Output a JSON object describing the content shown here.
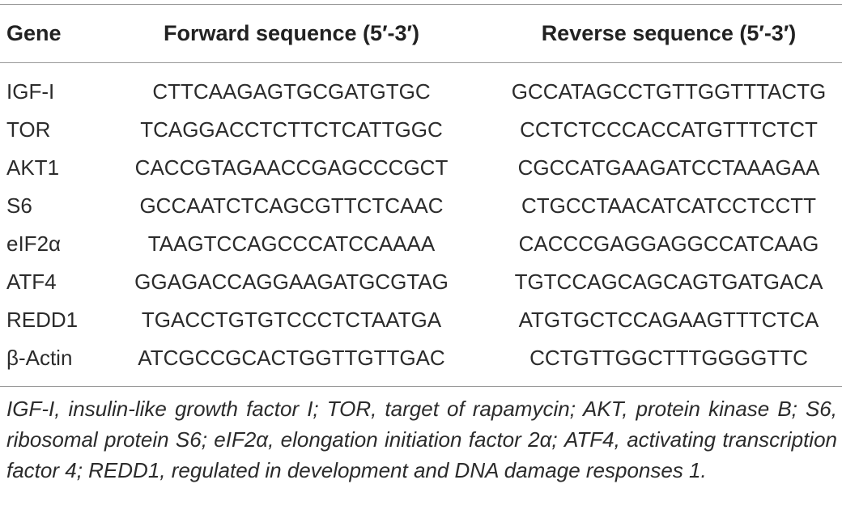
{
  "table": {
    "headers": {
      "gene": "Gene",
      "forward": "Forward sequence (5′-3′)",
      "reverse": "Reverse sequence (5′-3′)"
    },
    "rows": [
      {
        "gene": "IGF-I",
        "forward": "CTTCAAGAGTGCGATGTGC",
        "reverse": "GCCATAGCCTGTTGGTTTACTG"
      },
      {
        "gene": "TOR",
        "forward": "TCAGGACCTCTTCTCATTGGC",
        "reverse": "CCTCTCCCACCATGTTTCTCT"
      },
      {
        "gene": "AKT1",
        "forward": "CACCGTAGAACCGAGCCCGCT",
        "reverse": "CGCCATGAAGATCCTAAAGAA"
      },
      {
        "gene": "S6",
        "forward": "GCCAATCTCAGCGTTCTCAAC",
        "reverse": "CTGCCTAACATCATCCTCCTT"
      },
      {
        "gene": "eIF2α",
        "forward": "TAAGTCCAGCCCATCCAAAA",
        "reverse": "CACCCGAGGAGGCCATCAAG"
      },
      {
        "gene": "ATF4",
        "forward": "GGAGACCAGGAAGATGCGTAG",
        "reverse": "TGTCCAGCAGCAGTGATGACA"
      },
      {
        "gene": "REDD1",
        "forward": "TGACCTGTGTCCCTCTAATGA",
        "reverse": "ATGTGCTCCAGAAGTTTCTCA"
      },
      {
        "gene": "β-Actin",
        "forward": "ATCGCCGCACTGGTTGTTGAC",
        "reverse": "CCTGTTGGCTTTGGGGTTC"
      }
    ]
  },
  "footnote": "IGF-I, insulin-like growth factor I; TOR, target of rapamycin; AKT, protein kinase B; S6, ribosomal protein S6; eIF2α, elongation initiation factor 2α; ATF4, activating transcription factor 4; REDD1, regulated in development and DNA damage responses 1."
}
